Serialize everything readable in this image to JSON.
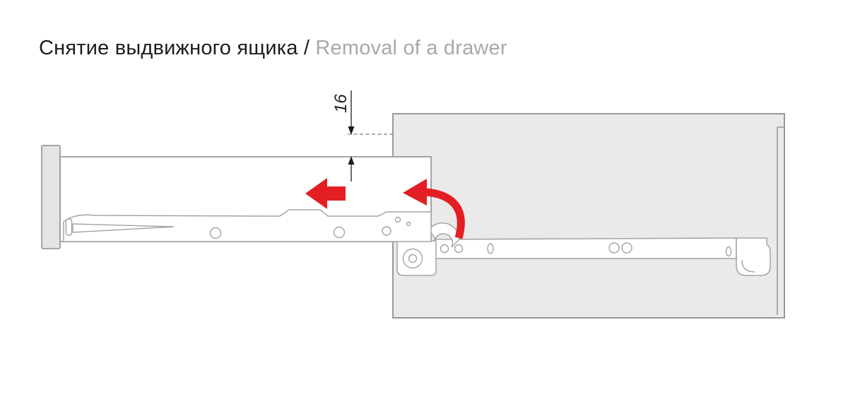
{
  "header": {
    "title_ru": "Снятие выдвижного ящика",
    "separator": " / ",
    "title_en": "Removal of a drawer"
  },
  "diagram": {
    "dimension_label": "16",
    "colors": {
      "accent_red": "#e31e24",
      "outline_gray": "#9b9b9b",
      "cabinet_fill": "#eaeaea",
      "text_black": "#1d1d1b",
      "title_gray": "#a8a8a8"
    },
    "icons": {
      "pull_arrow": "arrow-left",
      "tilt_arrow": "arrow-curved-left"
    }
  }
}
